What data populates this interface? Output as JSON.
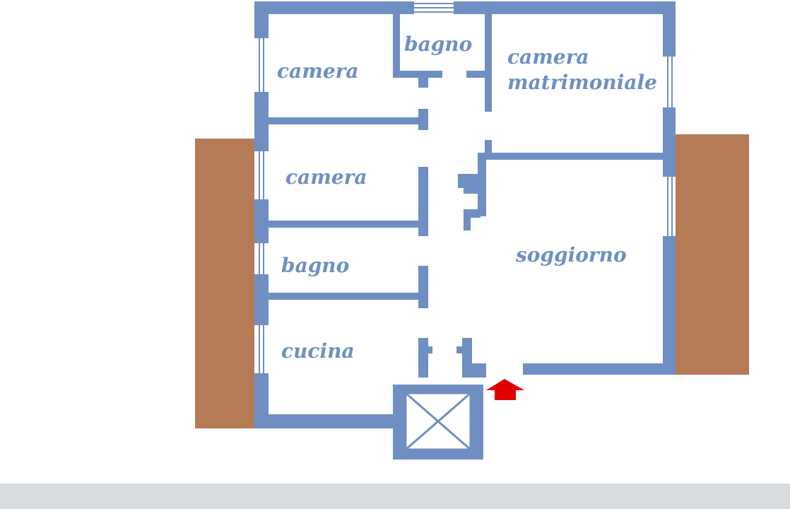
{
  "rooms": [
    {
      "id": "camera_1",
      "label": "camera"
    },
    {
      "id": "bagno_top",
      "label": "bagno"
    },
    {
      "id": "camera_matrimoniale_line1",
      "label": "camera"
    },
    {
      "id": "camera_matrimoniale_line2",
      "label": "matrimoniale"
    },
    {
      "id": "camera_2",
      "label": "camera"
    },
    {
      "id": "bagno_2",
      "label": "bagno"
    },
    {
      "id": "cucina",
      "label": "cucina"
    },
    {
      "id": "soggiorno",
      "label": "soggiorno"
    }
  ],
  "colors": {
    "wall": "#6f8fc2",
    "balcony": "#b57a56",
    "entrance_arrow": "#e00000",
    "background": "#ffffff",
    "banner": "#d9dcdf"
  },
  "icons": {
    "entrance": "red-arrow-up-icon",
    "elevator": "elevator-crossed-box-icon"
  }
}
